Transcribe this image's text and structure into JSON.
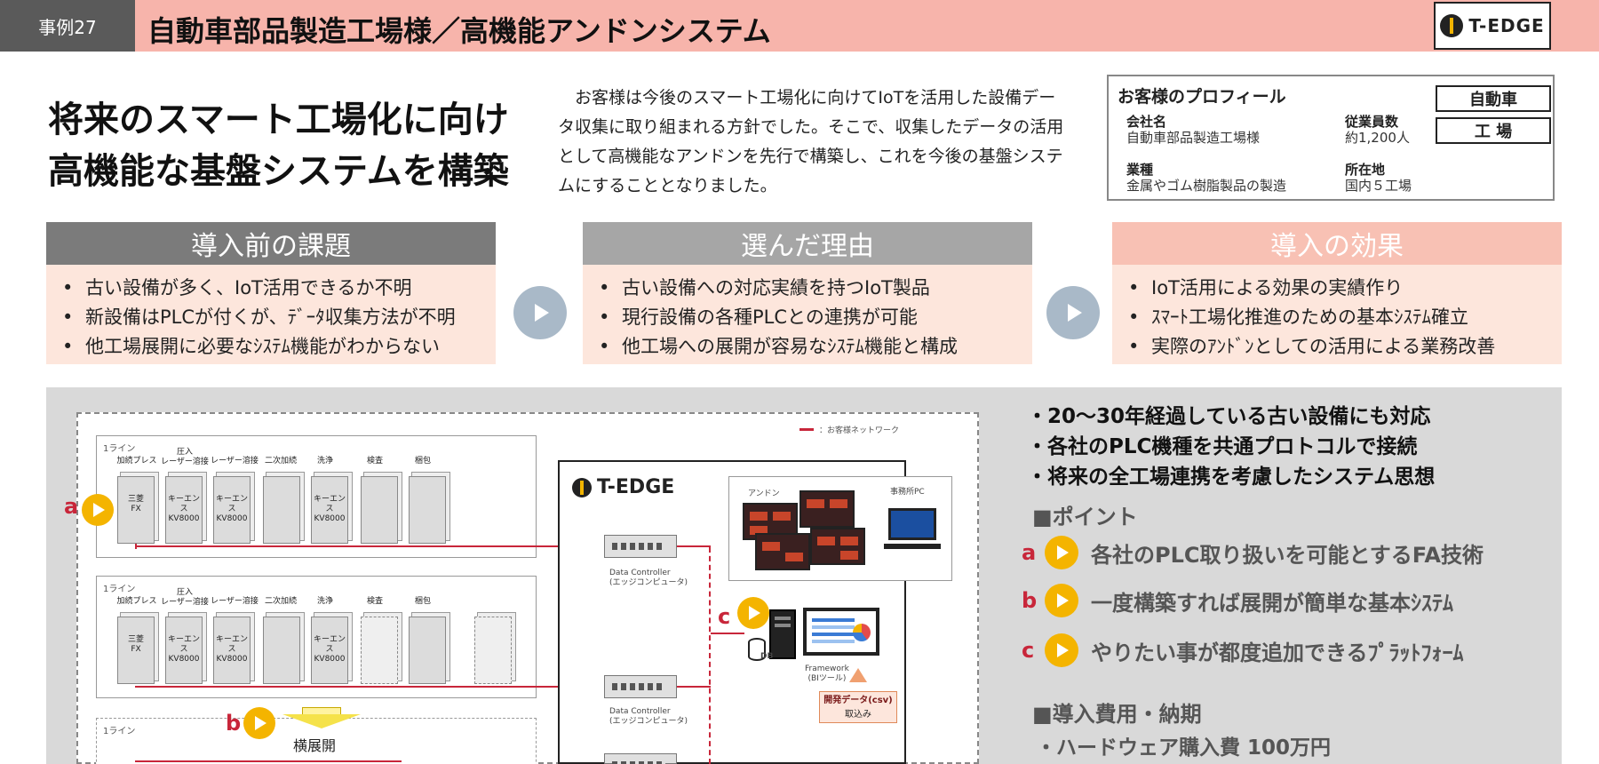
{
  "header": {
    "case_tag": "事例27",
    "title": "自動車部品製造工場様／高機能アンドンシステム",
    "logo_text": "T-EDGE"
  },
  "headline": {
    "line1": "将来のスマート工場化に向け",
    "line2": "高機能な基盤システムを構築"
  },
  "intro": "お客様は今後のスマート工場化に向けてIoTを活用した設備データ収集に取り組まれる方針でした。そこで、収集したデータの活用として高機能なアンドンを先行で構築し、これを今後の基盤システムにすることとなりました。",
  "profile": {
    "title": "お客様のプロフィール",
    "company_label": "会社名",
    "company_value": "自動車部品製造工場様",
    "employees_label": "従業員数",
    "employees_value": "約1,200人",
    "industry_label": "業種",
    "industry_value": "金属やゴム樹脂製品の製造",
    "location_label": "所在地",
    "location_value": "国内５工場",
    "tag1": "自動車",
    "tag2": "工 場"
  },
  "columns": [
    {
      "title": "導入前の課題",
      "color": "#7b7b7b",
      "items": [
        "古い設備が多く、IoT活用できるか不明",
        "新設備はPLCが付くが、ﾃﾞｰﾀ収集方法が不明",
        "他工場展開に必要なｼｽﾃﾑ機能がわからない"
      ]
    },
    {
      "title": "選んだ理由",
      "color": "#a6a6a6",
      "items": [
        "古い設備への対応実績を持つIoT製品",
        "現行設備の各種PLCとの連携が可能",
        "他工場への展開が容易なｼｽﾃﾑ機能と構成"
      ]
    },
    {
      "title": "導入の効果",
      "color": "#f8c1b4",
      "items": [
        "IoT活用による効果の実績作り",
        "ｽﾏｰﾄ工場化推進のための基本ｼｽﾃﾑ確立",
        "実際のｱﾝﾄﾞﾝとしての活用による業務改善"
      ]
    }
  ],
  "diagram": {
    "legend": "：お客様ネットワーク",
    "line_label": "1ライン",
    "processes": [
      "加続プレス",
      "圧入\nレーザー溶接",
      "レーザー溶接",
      "二次加続",
      "洗浄",
      "検査",
      "梱包"
    ],
    "machines_row1": [
      "三菱\nFX",
      "キーエンス\nKV8000",
      "キーエンス\nKV8000",
      "",
      "キーエンス\nKV8000",
      "",
      ""
    ],
    "machines_row2": [
      "三菱\nFX",
      "キーエンス\nKV8000",
      "キーエンス\nKV8000",
      "",
      "キーエンス\nKV8000",
      "",
      ""
    ],
    "controller_label": "Data Controller\n(エッジコンピュータ)",
    "andon_label": "アンドン",
    "office_pc_label": "事務所PC",
    "framework_label": "Framework\n(BIツール)",
    "db_label": "DB",
    "csv_bold": "開発データ(csv)",
    "csv_sub": "取込み",
    "expand_label": "横展開",
    "logo_text": "T-EDGE",
    "badge_a": "a",
    "badge_b": "b",
    "badge_c": "c"
  },
  "features": [
    "・20～30年経過している古い設備にも対応",
    "・各社のPLC機種を共通プロトコルで接続",
    "・将来の全工場連携を考慮したシステム思想"
  ],
  "points": {
    "heading": "■ポイント",
    "items": [
      {
        "letter": "a",
        "text": "各社のPLC取り扱いを可能とするFA技術"
      },
      {
        "letter": "b",
        "text": "一度構築すれば展開が簡単な基本ｼｽﾃﾑ"
      },
      {
        "letter": "c",
        "text": "やりたい事が都度追加できるﾌﾟﾗｯﾄﾌｫｰﾑ"
      }
    ]
  },
  "cost": {
    "heading": "■導入費用・納期",
    "line1": "・ハードウェア購入費 100万円"
  },
  "colors": {
    "header_bg": "#f7b4ab",
    "accent_red": "#c8263a",
    "badge_yellow": "#f4b400",
    "panel_gray": "#d9d9d9"
  }
}
